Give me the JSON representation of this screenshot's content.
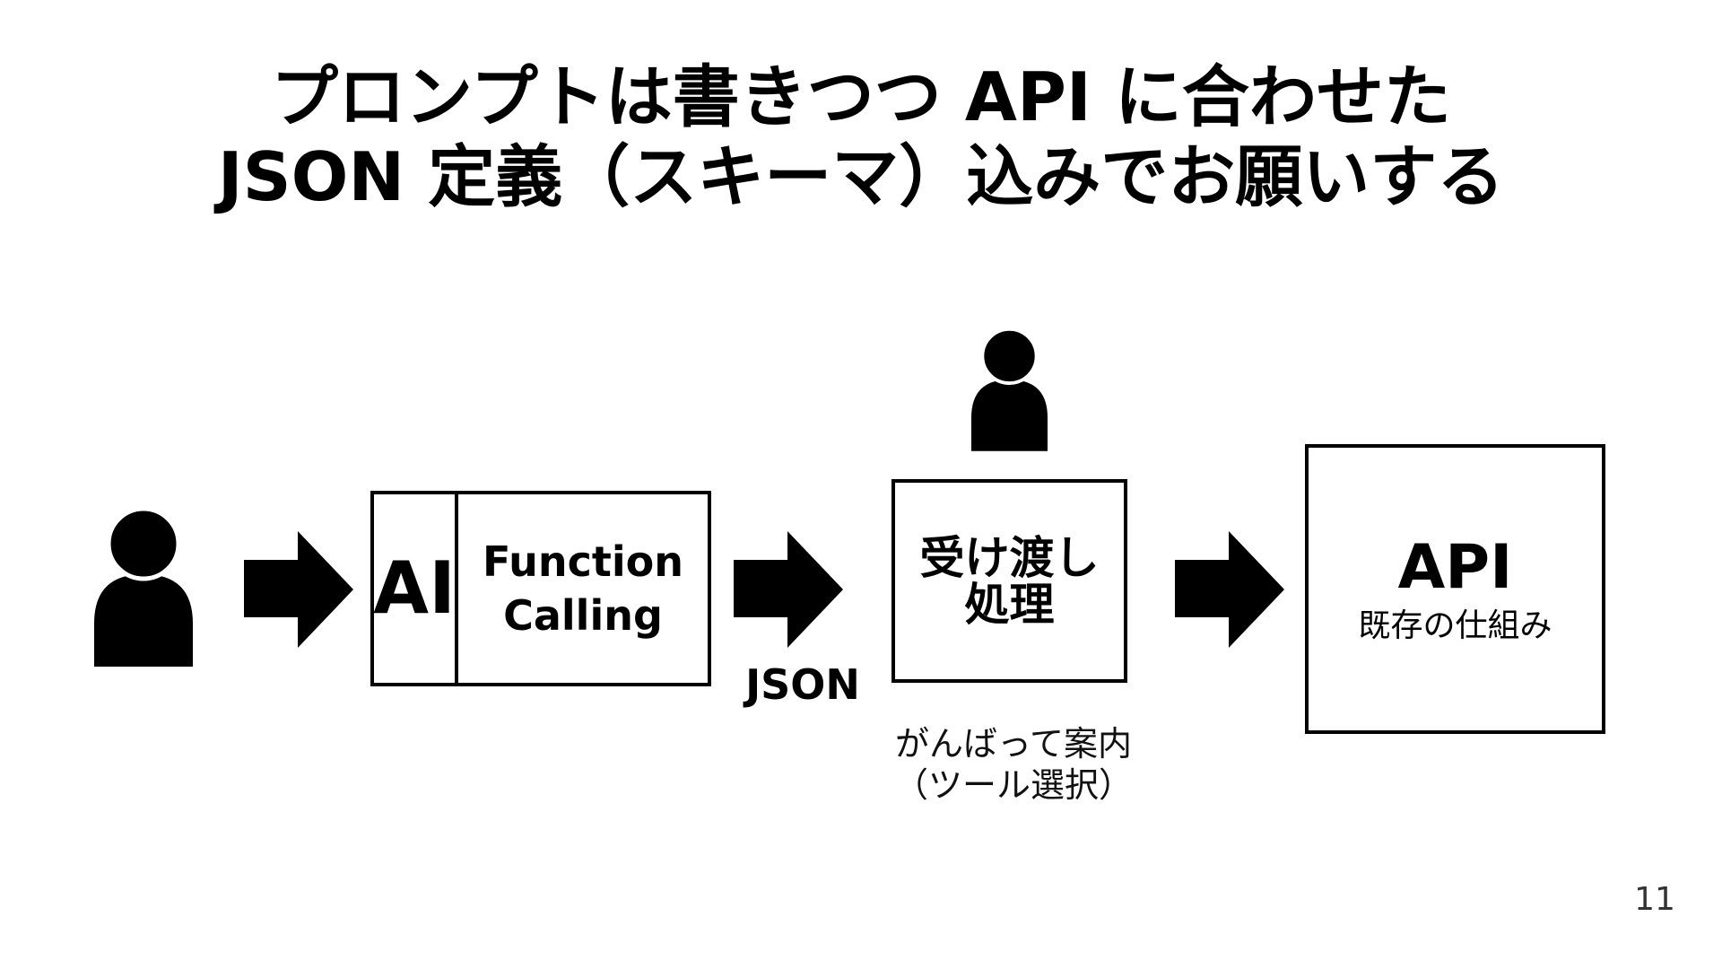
{
  "title": {
    "line1": "プロンプトは書きつつ API に合わせた",
    "line2": "JSON 定義（スキーマ）込みでお願いする"
  },
  "diagram": {
    "ai_box": {
      "left_label": "AI",
      "right_label_line1": "Function",
      "right_label_line2": "Calling"
    },
    "json_label": "JSON",
    "handoff_box": {
      "line1": "受け渡し",
      "line2": "処理"
    },
    "handoff_note": {
      "line1": "がんばって案内",
      "line2": "（ツール選択）"
    },
    "api_box": {
      "title": "API",
      "subtitle": "既存の仕組み"
    },
    "icons": {
      "person": "person-icon (black head + shoulders silhouette)",
      "arrow": "arrow-right-icon (solid black block arrow)"
    }
  },
  "page_number": "11",
  "colors": {
    "ink": "#000000",
    "background": "#ffffff",
    "page_number": "#333333"
  }
}
